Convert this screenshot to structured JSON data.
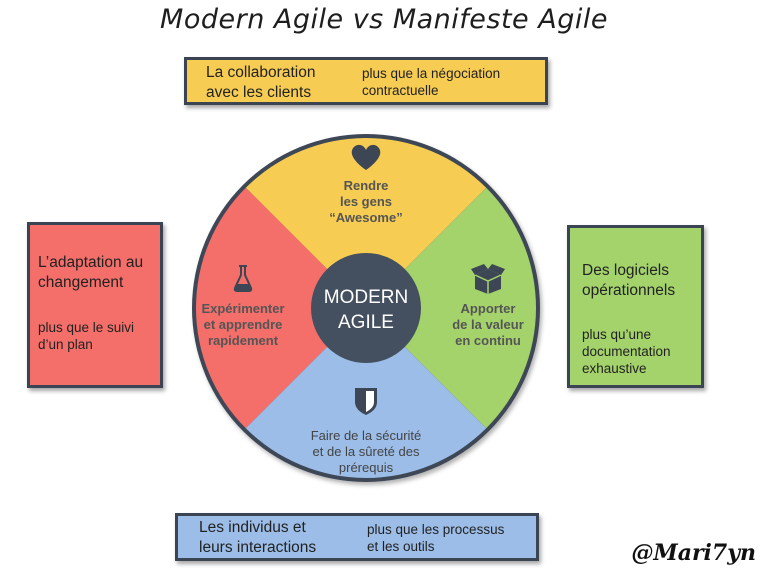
{
  "title": "Modern Agile vs Manifeste Agile",
  "boxes": {
    "top": {
      "main": "La collaboration\navec les clients",
      "sub": "plus que la négociation\ncontractuelle"
    },
    "left": {
      "main": "L’adaptation au\nchangement",
      "sub": "plus que le suivi\nd’un plan"
    },
    "right": {
      "main": "Des logiciels\nopérationnels",
      "sub": "plus qu’une\ndocumentation\nexhaustive"
    },
    "bottom": {
      "main": "Les individus et\nleurs interactions",
      "sub": "plus que les processus\net les outils"
    }
  },
  "wheel": {
    "center_line1": "MODERN",
    "center_line2": "AGILE",
    "top": {
      "line1": "Rendre",
      "line2": "les gens",
      "line3": "“Awesome”",
      "icon": "heart-icon"
    },
    "left": {
      "line1": "Expérimenter",
      "line2": "et apprendre",
      "line3": "rapidement",
      "icon": "flask-icon"
    },
    "right": {
      "line1": "Apporter",
      "line2": "de la valeur",
      "line3": "en continu",
      "icon": "box-icon"
    },
    "bottom": {
      "line1": "Faire de la sécurité",
      "line2": "et de la sûreté des",
      "line3": "prérequis",
      "icon": "shield-icon"
    }
  },
  "signature": "@Mari7yn",
  "colors": {
    "yellow": "#f7cc52",
    "red": "#f46e6a",
    "green": "#a4d36b",
    "blue": "#9cbde7",
    "dark": "#3d4654",
    "center": "#44505f"
  }
}
